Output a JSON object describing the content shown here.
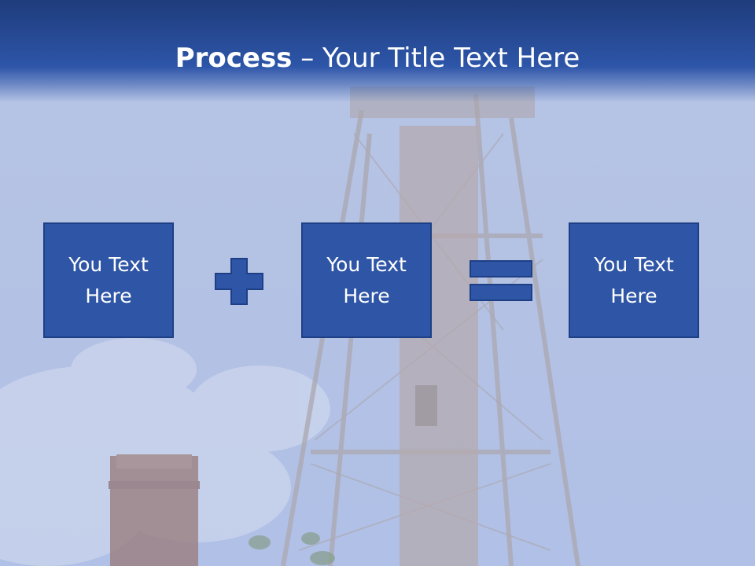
{
  "slide": {
    "title_bold": "Process",
    "title_rest": " – Your Title Text Here",
    "boxes": [
      {
        "text": "You Text Here"
      },
      {
        "text": "You Text Here"
      },
      {
        "text": "You Text Here"
      }
    ],
    "operators": {
      "first": "plus-icon",
      "second": "equals-icon"
    },
    "colors": {
      "title_bar": "#2d55a8",
      "box_fill": "#2f56a6",
      "box_border": "#1d3f86",
      "text": "#ffffff"
    }
  }
}
